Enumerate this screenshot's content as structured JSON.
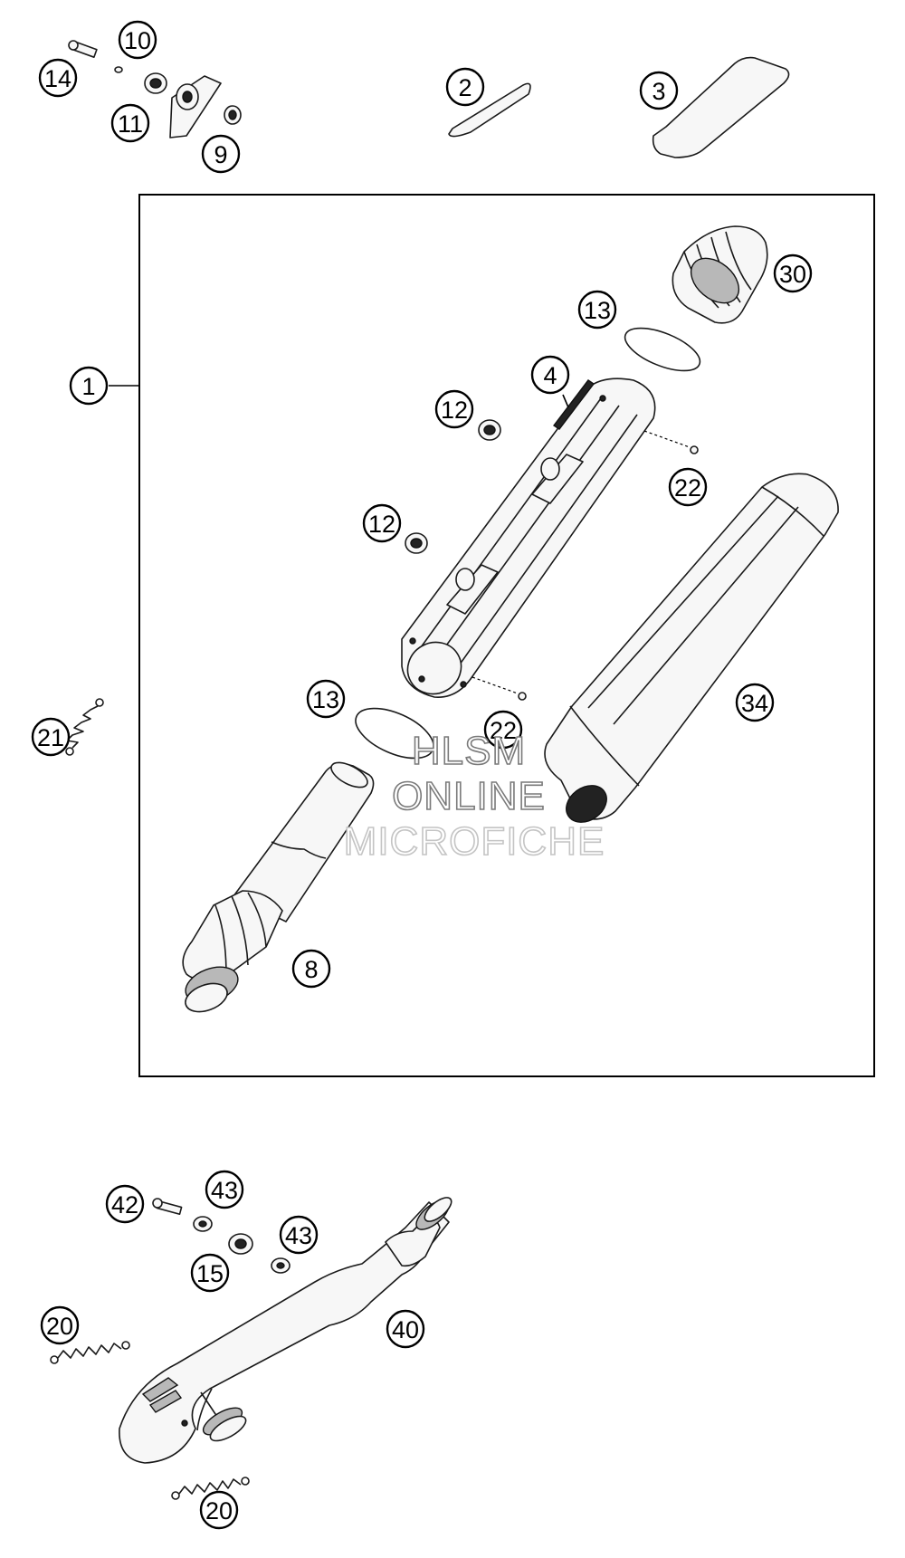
{
  "watermark": {
    "line1": "HLSM",
    "line2": "ONLINE",
    "line3": "MICROFICHE"
  },
  "callouts": {
    "c1": "1",
    "c2": "2",
    "c3": "3",
    "c4": "4",
    "c8": "8",
    "c9": "9",
    "c10": "10",
    "c11": "11",
    "c12a": "12",
    "c12b": "12",
    "c13a": "13",
    "c13b": "13",
    "c14": "14",
    "c15": "15",
    "c20a": "20",
    "c20b": "20",
    "c21": "21",
    "c22a": "22",
    "c22b": "22",
    "c30": "30",
    "c34": "34",
    "c40": "40",
    "c42": "42",
    "c43a": "43",
    "c43b": "43"
  }
}
